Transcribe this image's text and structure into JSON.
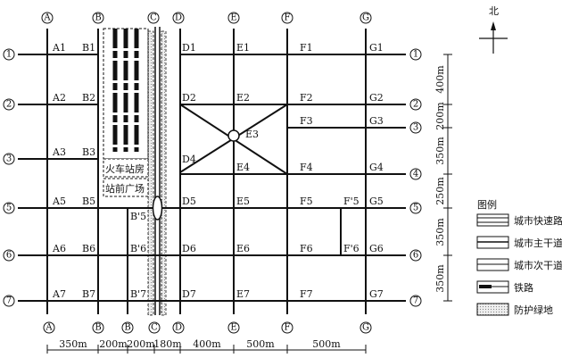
{
  "title": "北",
  "columns": {
    "A": "A",
    "B": "B",
    "Bp": "B'",
    "C": "C",
    "D": "D",
    "E": "E",
    "F": "F",
    "G": "G"
  },
  "rows": {
    "r1": "1",
    "r2": "2",
    "r3": "3",
    "r4": "4",
    "r5": "5",
    "r6": "6",
    "r7": "7"
  },
  "nodes": {
    "A1": "A1",
    "B1": "B1",
    "D1": "D1",
    "E1": "E1",
    "F1": "F1",
    "G1": "G1",
    "A2": "A2",
    "B2": "B2",
    "D2": "D2",
    "E2": "E2",
    "F2": "F2",
    "G2": "G2",
    "A3": "A3",
    "B3": "B3",
    "E3": "E3",
    "F3": "F3",
    "G3": "G3",
    "D4": "D4",
    "E4": "E4",
    "F4": "F4",
    "G4": "G4",
    "A5": "A5",
    "B5": "B5",
    "Bp5": "B'5",
    "D5": "D5",
    "E5": "E5",
    "F5": "F5",
    "Fp5": "F'5",
    "G5": "G5",
    "A6": "A6",
    "B6": "B6",
    "Bp6": "B'6",
    "D6": "D6",
    "E6": "E6",
    "F6": "F6",
    "Fp6": "F'6",
    "G6": "G6",
    "A7": "A7",
    "B7": "B7",
    "Bp7": "B'7",
    "D7": "D7",
    "E7": "E7",
    "F7": "F7",
    "G7": "G7"
  },
  "station": {
    "building": "火车站房",
    "plaza": "站前广场"
  },
  "dims_bottom": [
    "350m",
    "200m",
    "200m",
    "180m",
    "400m",
    "500m",
    "500m"
  ],
  "dims_right": [
    "400m",
    "200m",
    "350m",
    "250m",
    "350m",
    "350m"
  ],
  "legend": {
    "title": "图例",
    "items": [
      "城市快速路",
      "城市主干道",
      "城市次干道",
      "铁路",
      "防护绿地"
    ]
  }
}
